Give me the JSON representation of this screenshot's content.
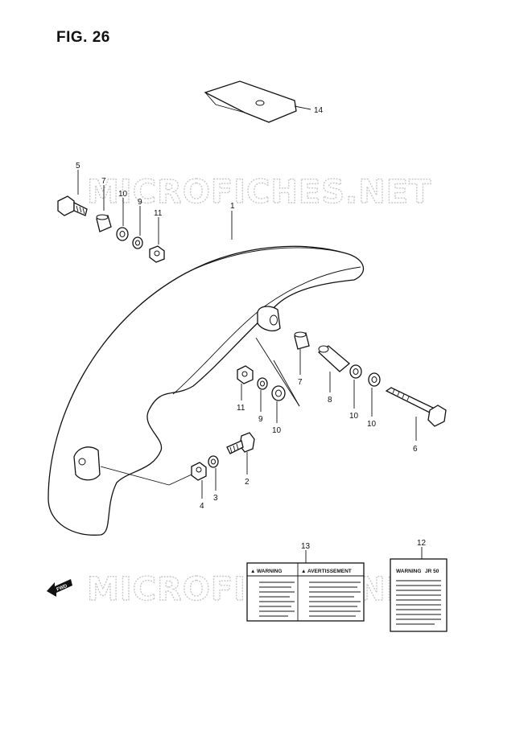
{
  "figure": {
    "title": "FIG. 26"
  },
  "watermark": {
    "text": "MICROFICHES.NET"
  },
  "fwd_arrow": {
    "label": "FWD"
  },
  "callouts": {
    "c1": "1",
    "c2": "2",
    "c3": "3",
    "c4": "4",
    "c5": "5",
    "c6": "6",
    "c7a": "7",
    "c7b": "7",
    "c8": "8",
    "c9a": "9",
    "c9b": "9",
    "c10a": "10",
    "c10b": "10",
    "c10c": "10",
    "c10d": "10",
    "c11a": "11",
    "c11b": "11",
    "c12": "12",
    "c13": "13",
    "c14": "14"
  },
  "label13": {
    "left_heading": "WARNING",
    "right_heading": "AVERTISSEMENT"
  },
  "label12": {
    "heading": "WARNING",
    "model": "JR 50"
  },
  "colors": {
    "ink": "#111111",
    "watermark": "#c8c8c8",
    "paper": "#ffffff"
  }
}
